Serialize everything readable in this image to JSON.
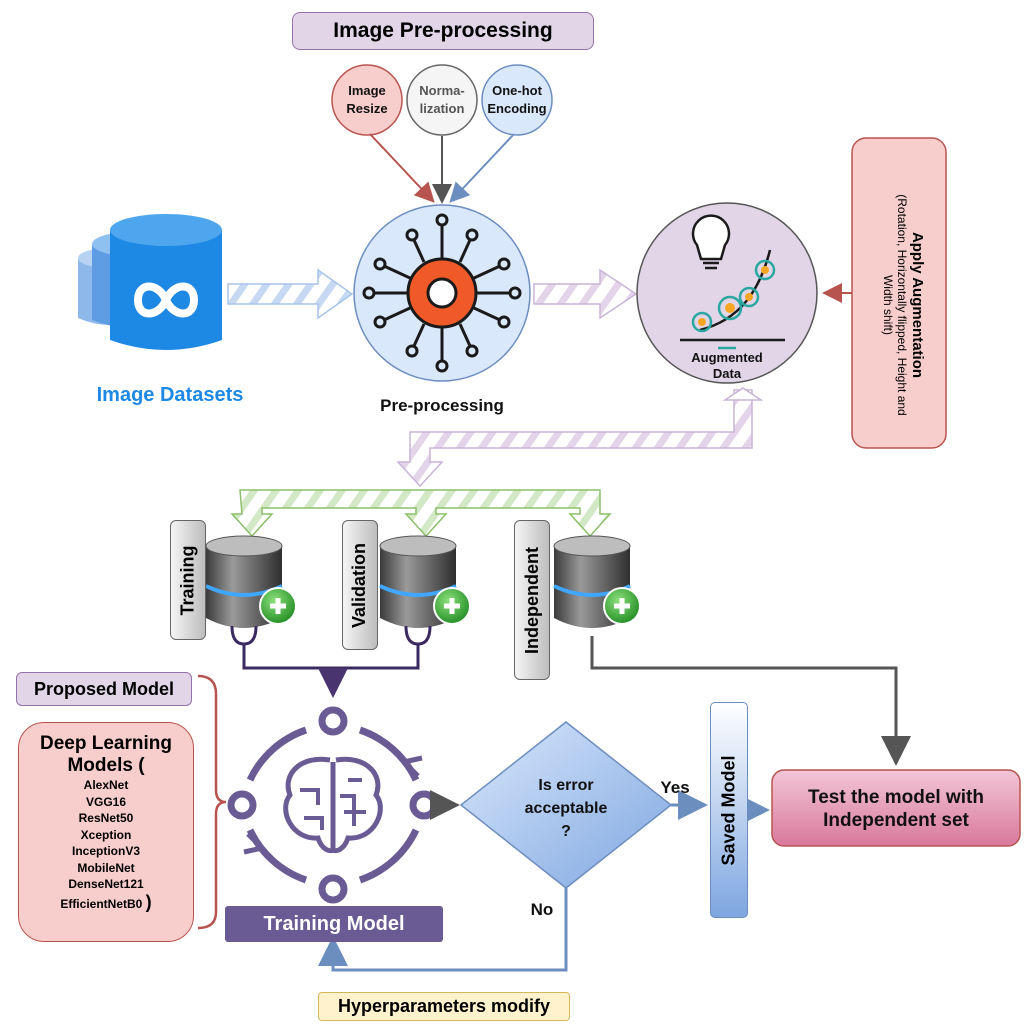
{
  "preprocessing_header": "Image Pre-processing",
  "circles": {
    "resize": [
      "Image",
      "Resize"
    ],
    "normalization": [
      "Norma-",
      "lization"
    ],
    "onehot": [
      "One-hot",
      "Encoding"
    ]
  },
  "datasets_label": "Image Datasets",
  "preprocessing_label": "Pre-processing",
  "augmented_label": [
    "Augmented",
    "Data"
  ],
  "augmentation": {
    "title": "Apply Augmentation",
    "detail": [
      "(Rotation, Horizontally flipped, Height and",
      "Width shift)"
    ]
  },
  "splits": [
    "Training",
    "Validation",
    "Independent"
  ],
  "proposed_model": "Proposed Model",
  "deep_learning": {
    "title": [
      "Deep Learning",
      "Models ("
    ],
    "models": [
      "AlexNet",
      "VGG16",
      "ResNet50",
      "Xception",
      "InceptionV3",
      "MobileNet",
      "DenseNet121"
    ],
    "last": "EfficientNetB0",
    "close": ")"
  },
  "training_model": "Training Model",
  "decision": [
    "Is error",
    "acceptable",
    "?"
  ],
  "yes": "Yes",
  "no": "No",
  "saved_model": "Saved Model",
  "test_box": [
    "Test the model with",
    "Independent set"
  ],
  "hyperparameters": "Hyperparameters modify",
  "colors": {
    "blue_label": "#1e88e5",
    "purple": "#6b5b95",
    "red": "#b85450",
    "slate": "#6c8ebf",
    "pink": "#f8cecc",
    "lavender": "#e1d5e7",
    "yellow": "#fff2cc"
  }
}
